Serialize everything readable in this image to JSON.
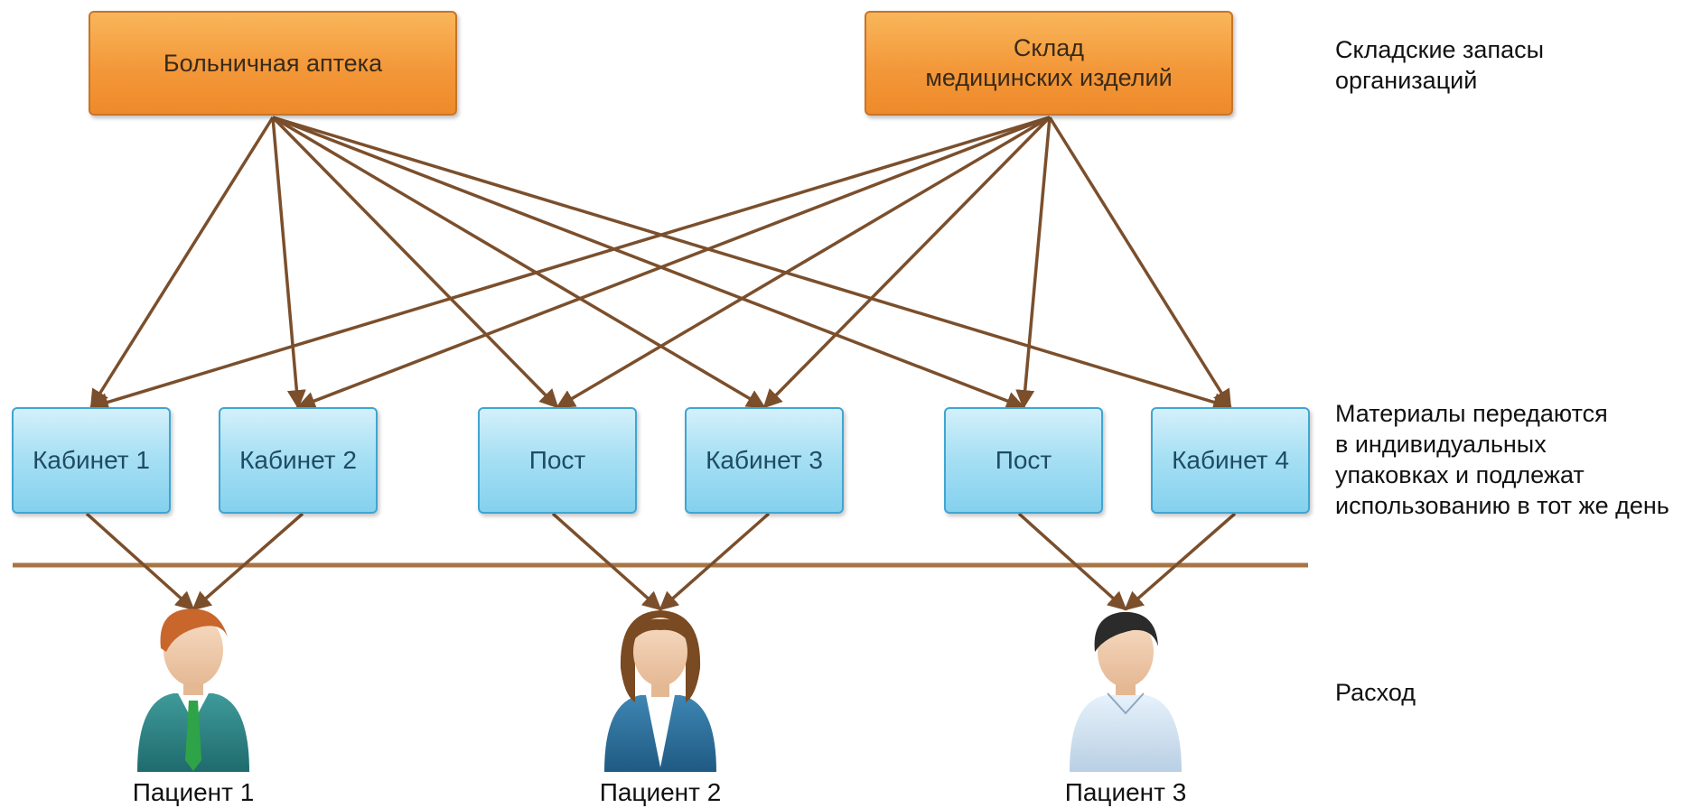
{
  "sources": [
    {
      "id": "pharmacy",
      "label": "Больничная аптека"
    },
    {
      "id": "warehouse",
      "label": "Склад\nмедицинских изделий"
    }
  ],
  "units": [
    {
      "id": "cab1",
      "label": "Кабинет 1"
    },
    {
      "id": "cab2",
      "label": "Кабинет 2"
    },
    {
      "id": "post1",
      "label": "Пост"
    },
    {
      "id": "cab3",
      "label": "Кабинет 3"
    },
    {
      "id": "post2",
      "label": "Пост"
    },
    {
      "id": "cab4",
      "label": "Кабинет 4"
    }
  ],
  "patients": [
    {
      "id": "p1",
      "label": "Пациент 1"
    },
    {
      "id": "p2",
      "label": "Пациент 2"
    },
    {
      "id": "p3",
      "label": "Пациент 3"
    }
  ],
  "side_labels": {
    "stock": "Складские запасы\nорганизаций",
    "materials": "Материалы передаются\nв индивидуальных\nупаковках и подлежат\nиспользованию в тот же день",
    "expense": "Расход"
  },
  "edges": [
    [
      "pharmacy",
      "cab1"
    ],
    [
      "pharmacy",
      "cab2"
    ],
    [
      "pharmacy",
      "post1"
    ],
    [
      "pharmacy",
      "cab3"
    ],
    [
      "pharmacy",
      "post2"
    ],
    [
      "pharmacy",
      "cab4"
    ],
    [
      "warehouse",
      "cab1"
    ],
    [
      "warehouse",
      "cab2"
    ],
    [
      "warehouse",
      "post1"
    ],
    [
      "warehouse",
      "cab3"
    ],
    [
      "warehouse",
      "post2"
    ],
    [
      "warehouse",
      "cab4"
    ],
    [
      "cab1",
      "p1"
    ],
    [
      "cab2",
      "p1"
    ],
    [
      "post1",
      "p2"
    ],
    [
      "cab3",
      "p2"
    ],
    [
      "post2",
      "p3"
    ],
    [
      "cab4",
      "p3"
    ]
  ],
  "colors": {
    "arrow": "#7b4f2c",
    "divider": "#a87445"
  },
  "icons": [
    "patient-1-icon",
    "patient-2-icon",
    "patient-3-icon"
  ]
}
